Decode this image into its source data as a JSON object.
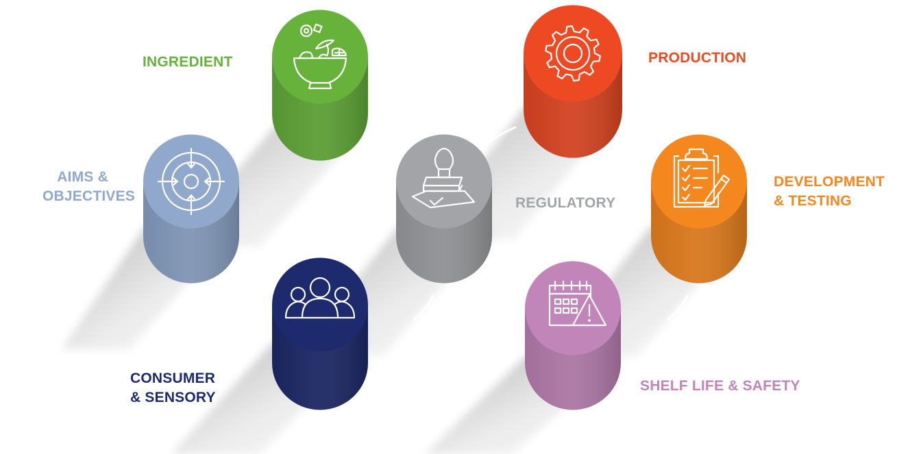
{
  "colors": {
    "ingredient": "#66b23b",
    "aims": "#8fa8cc",
    "regulatory": "#a2a4a7",
    "consumer": "#1e2a6e",
    "production": "#ed4a23",
    "development": "#f5871f",
    "shelf": "#c185b9"
  },
  "labels": {
    "ingredient": "INGREDIENT",
    "aims_line1": "AIMS &",
    "aims_line2": "OBJECTIVES",
    "regulatory": "REGULATORY",
    "consumer_line1": "CONSUMER",
    "consumer_line2": "& SENSORY",
    "production": "PRODUCTION",
    "development_line1": "DEVELOPMENT",
    "development_line2": "& TESTING",
    "shelf": "SHELF LIFE & SAFETY"
  },
  "icons": {
    "ingredient": "salad-bowl-icon",
    "aims": "target-icon",
    "regulatory": "approval-stamp-icon",
    "consumer": "people-group-icon",
    "production": "gear-icon",
    "development": "clipboard-checklist-icon",
    "shelf": "calendar-warning-icon"
  }
}
